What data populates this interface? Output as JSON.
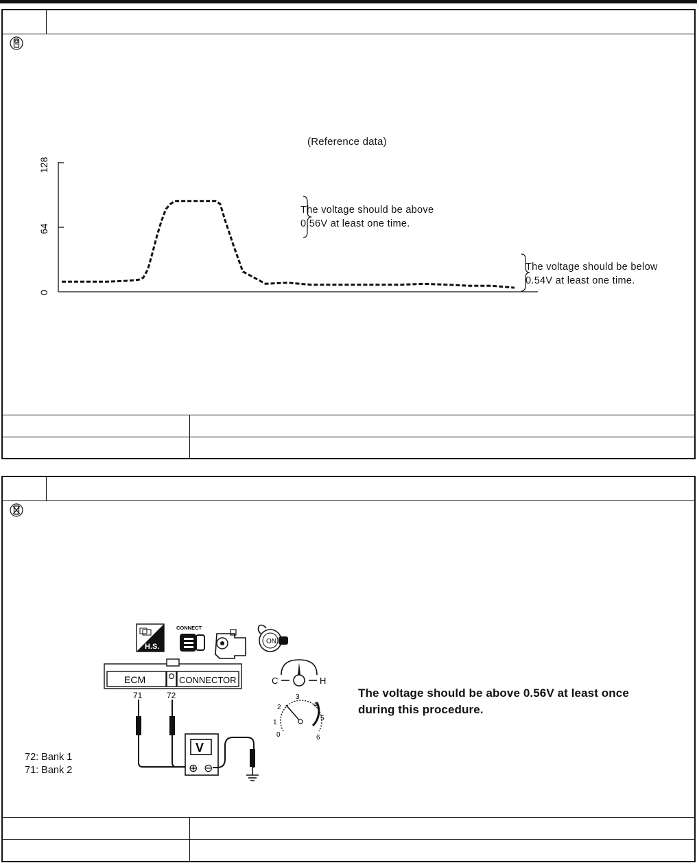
{
  "step1": {
    "mode_icon": "data-monitor-icon",
    "caption": "(Reference data)",
    "chart_data": {
      "type": "line",
      "title": "",
      "xlabel": "",
      "ylabel": "",
      "ylim": [
        0,
        128
      ],
      "yticks": [
        "0",
        "64",
        "128"
      ],
      "x": [
        0,
        5,
        10,
        15,
        17,
        18,
        19,
        20,
        21,
        22,
        23,
        24,
        25,
        26,
        27,
        28,
        29,
        30,
        31,
        32,
        33,
        34,
        35,
        36,
        38,
        40,
        45,
        50,
        55,
        60,
        65,
        70,
        75,
        80,
        85,
        90,
        95,
        100
      ],
      "series": [
        {
          "values": [
            10,
            10,
            10,
            11,
            12,
            14,
            22,
            38,
            55,
            70,
            82,
            87,
            90,
            90,
            90,
            90,
            90,
            90,
            90,
            90,
            90,
            90,
            87,
            72,
            45,
            20,
            8,
            9,
            7,
            7,
            7,
            7,
            7,
            8,
            7,
            6,
            6,
            4
          ],
          "style": "dashed"
        }
      ],
      "annotations": [
        "The voltage should be above 0.56V at least one time.",
        "The voltage should be below 0.54V at least one time."
      ]
    },
    "note_above": [
      "The voltage should be above",
      "0.56V at least one time."
    ],
    "note_below": [
      "The voltage should be below",
      "0.54V at least one time."
    ]
  },
  "step2": {
    "mode_icon": "no-tools-icon",
    "connector": {
      "left": "ECM",
      "right": "CONNECTOR"
    },
    "pin_a": "71",
    "pin_b": "72",
    "meter": "V",
    "plus": "⊕",
    "minus": "⊖",
    "connect_label": "CONNECT",
    "hs_label": "H.S.",
    "on_label": "ON",
    "temp_c": "C",
    "temp_h": "H",
    "dial_numbers": [
      "0",
      "1",
      "2",
      "3",
      "4",
      "5",
      "6"
    ],
    "bank1": "72:  Bank  1",
    "bank2": "71:  Bank  2",
    "instruction": [
      "The voltage should be above 0.56V at least once",
      "during this procedure."
    ]
  }
}
